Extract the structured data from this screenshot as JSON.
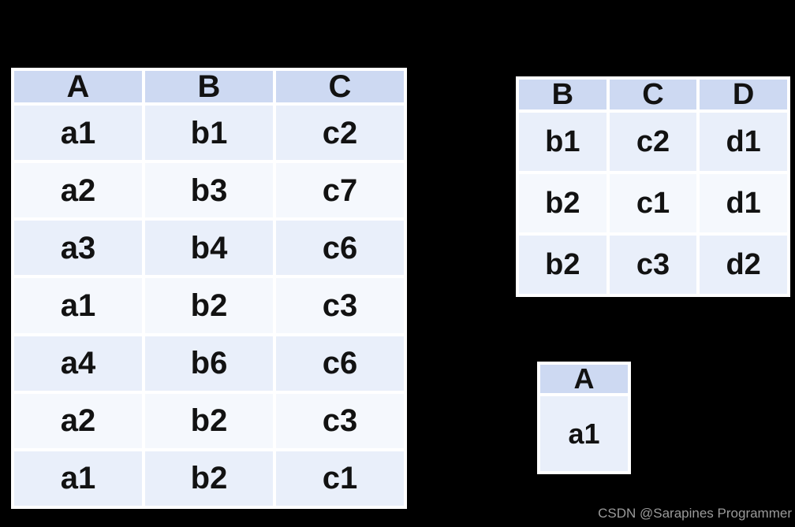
{
  "colors": {
    "background": "#000000",
    "header_bg": "#cdd9f2",
    "row_odd_bg": "#e9effa",
    "row_even_bg": "#f5f8fd",
    "cell_gap": "#ffffff",
    "text": "#121212",
    "watermark": "#9a9a9a"
  },
  "left_table": {
    "headers": [
      "A",
      "B",
      "C"
    ],
    "rows": [
      [
        "a1",
        "b1",
        "c2"
      ],
      [
        "a2",
        "b3",
        "c7"
      ],
      [
        "a3",
        "b4",
        "c6"
      ],
      [
        "a1",
        "b2",
        "c3"
      ],
      [
        "a4",
        "b6",
        "c6"
      ],
      [
        "a2",
        "b2",
        "c3"
      ],
      [
        "a1",
        "b2",
        "c1"
      ]
    ]
  },
  "right_table": {
    "headers": [
      "B",
      "C",
      "D"
    ],
    "rows": [
      [
        "b1",
        "c2",
        "d1"
      ],
      [
        "b2",
        "c1",
        "d1"
      ],
      [
        "b2",
        "c3",
        "d2"
      ]
    ]
  },
  "result_table": {
    "headers": [
      "A"
    ],
    "rows": [
      [
        "a1"
      ]
    ]
  },
  "watermark": {
    "text": "CSDN @Sarapines Programmer"
  }
}
